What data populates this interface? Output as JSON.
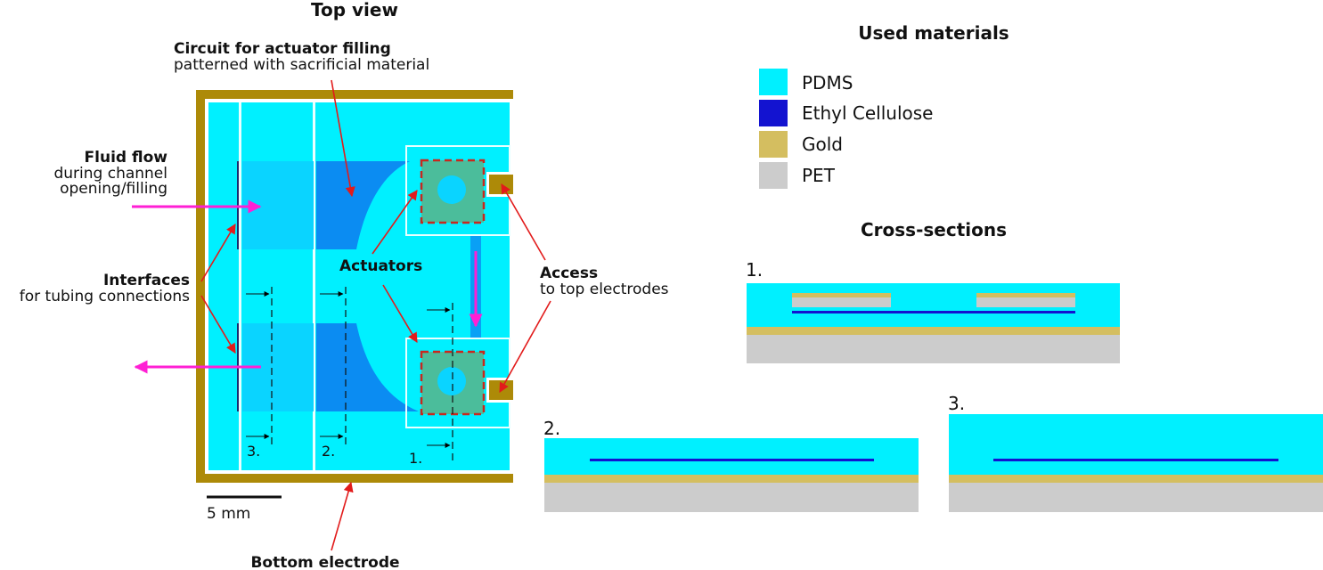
{
  "colors": {
    "pdms": "#00f0ff",
    "pdms_light": "#0ad4ff",
    "channel": "#0b8cf2",
    "channel_dark": "#0a73e8",
    "ethyl_cellulose": "#1313d0",
    "gold": "#d4be60",
    "gold_frame": "#ad8a08",
    "pet": "#cccccc",
    "actuator": "#4bbd9b",
    "arrow_red": "#e21b1b",
    "arrow_magenta": "#ff1fd4",
    "dashed_red": "#c8281e"
  },
  "top_view": {
    "title": "Top view",
    "circuit_title": "Circuit for actuator filling",
    "circuit_sub": "patterned with sacrificial material",
    "fluid_title": "Fluid flow",
    "fluid_sub1": "during channel",
    "fluid_sub2": "opening/filling",
    "interfaces_title": "Interfaces",
    "interfaces_sub": "for tubing connections",
    "actuators": "Actuators",
    "access_title": "Access",
    "access_sub": "to top electrodes",
    "bottom_electrode": "Bottom electrode",
    "scale_label": "5 mm",
    "section_labels": [
      "3.",
      "2.",
      "1."
    ]
  },
  "legend": {
    "title": "Used materials",
    "items": [
      {
        "label": "PDMS",
        "color": "#00f0ff"
      },
      {
        "label": "Ethyl Cellulose",
        "color": "#1313d0"
      },
      {
        "label": "Gold",
        "color": "#d4be60"
      },
      {
        "label": "PET",
        "color": "#cccccc"
      }
    ]
  },
  "cross_sections": {
    "title": "Cross-sections",
    "labels": [
      "1.",
      "2.",
      "3."
    ]
  }
}
